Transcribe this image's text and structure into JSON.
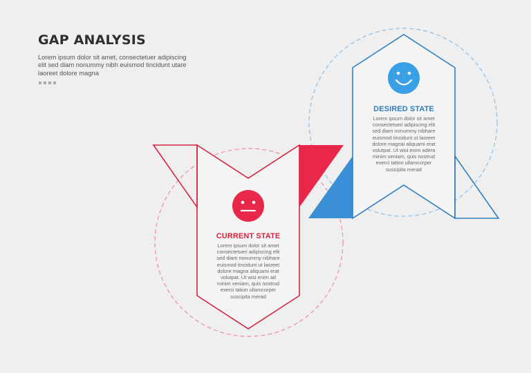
{
  "title": "GAP ANALYSIS",
  "intro": "Lorem ipsum dolor sit amet, consectetuer adipiscing elit sed diam nonummy nibh euismod tincidunt utare laoreet dolore magna",
  "colors": {
    "current": "#e8274b",
    "desired": "#2f7ec4",
    "desired_icon": "#3aa0e6",
    "background": "#efefef"
  },
  "current": {
    "heading": "CURRENT STATE",
    "icon": "neutral-face-icon",
    "text": "Lorem ipsum dolor sit amet consectetueri adipiscing elit sed diam nonummy nibhare euismod tincidunt ut laoreet dolore magna aliquami erat volutpat. Ut wisi enim ad minim veniam, quis nostrud exerci tation ullamcorper suscipita merad"
  },
  "desired": {
    "heading": "DESIRED STATE",
    "icon": "smiley-face-icon",
    "text": "Lorem ipsum dolor sit amet consectetueri adipiscing elit sed diam nonummy nibhare euismod tincidunt ut laoreet dolore magnai aliquami erat volutpat. Ut wisi enim adera minim veniam, quis nostrud exerci tation ullamcorper suscipita merad"
  }
}
